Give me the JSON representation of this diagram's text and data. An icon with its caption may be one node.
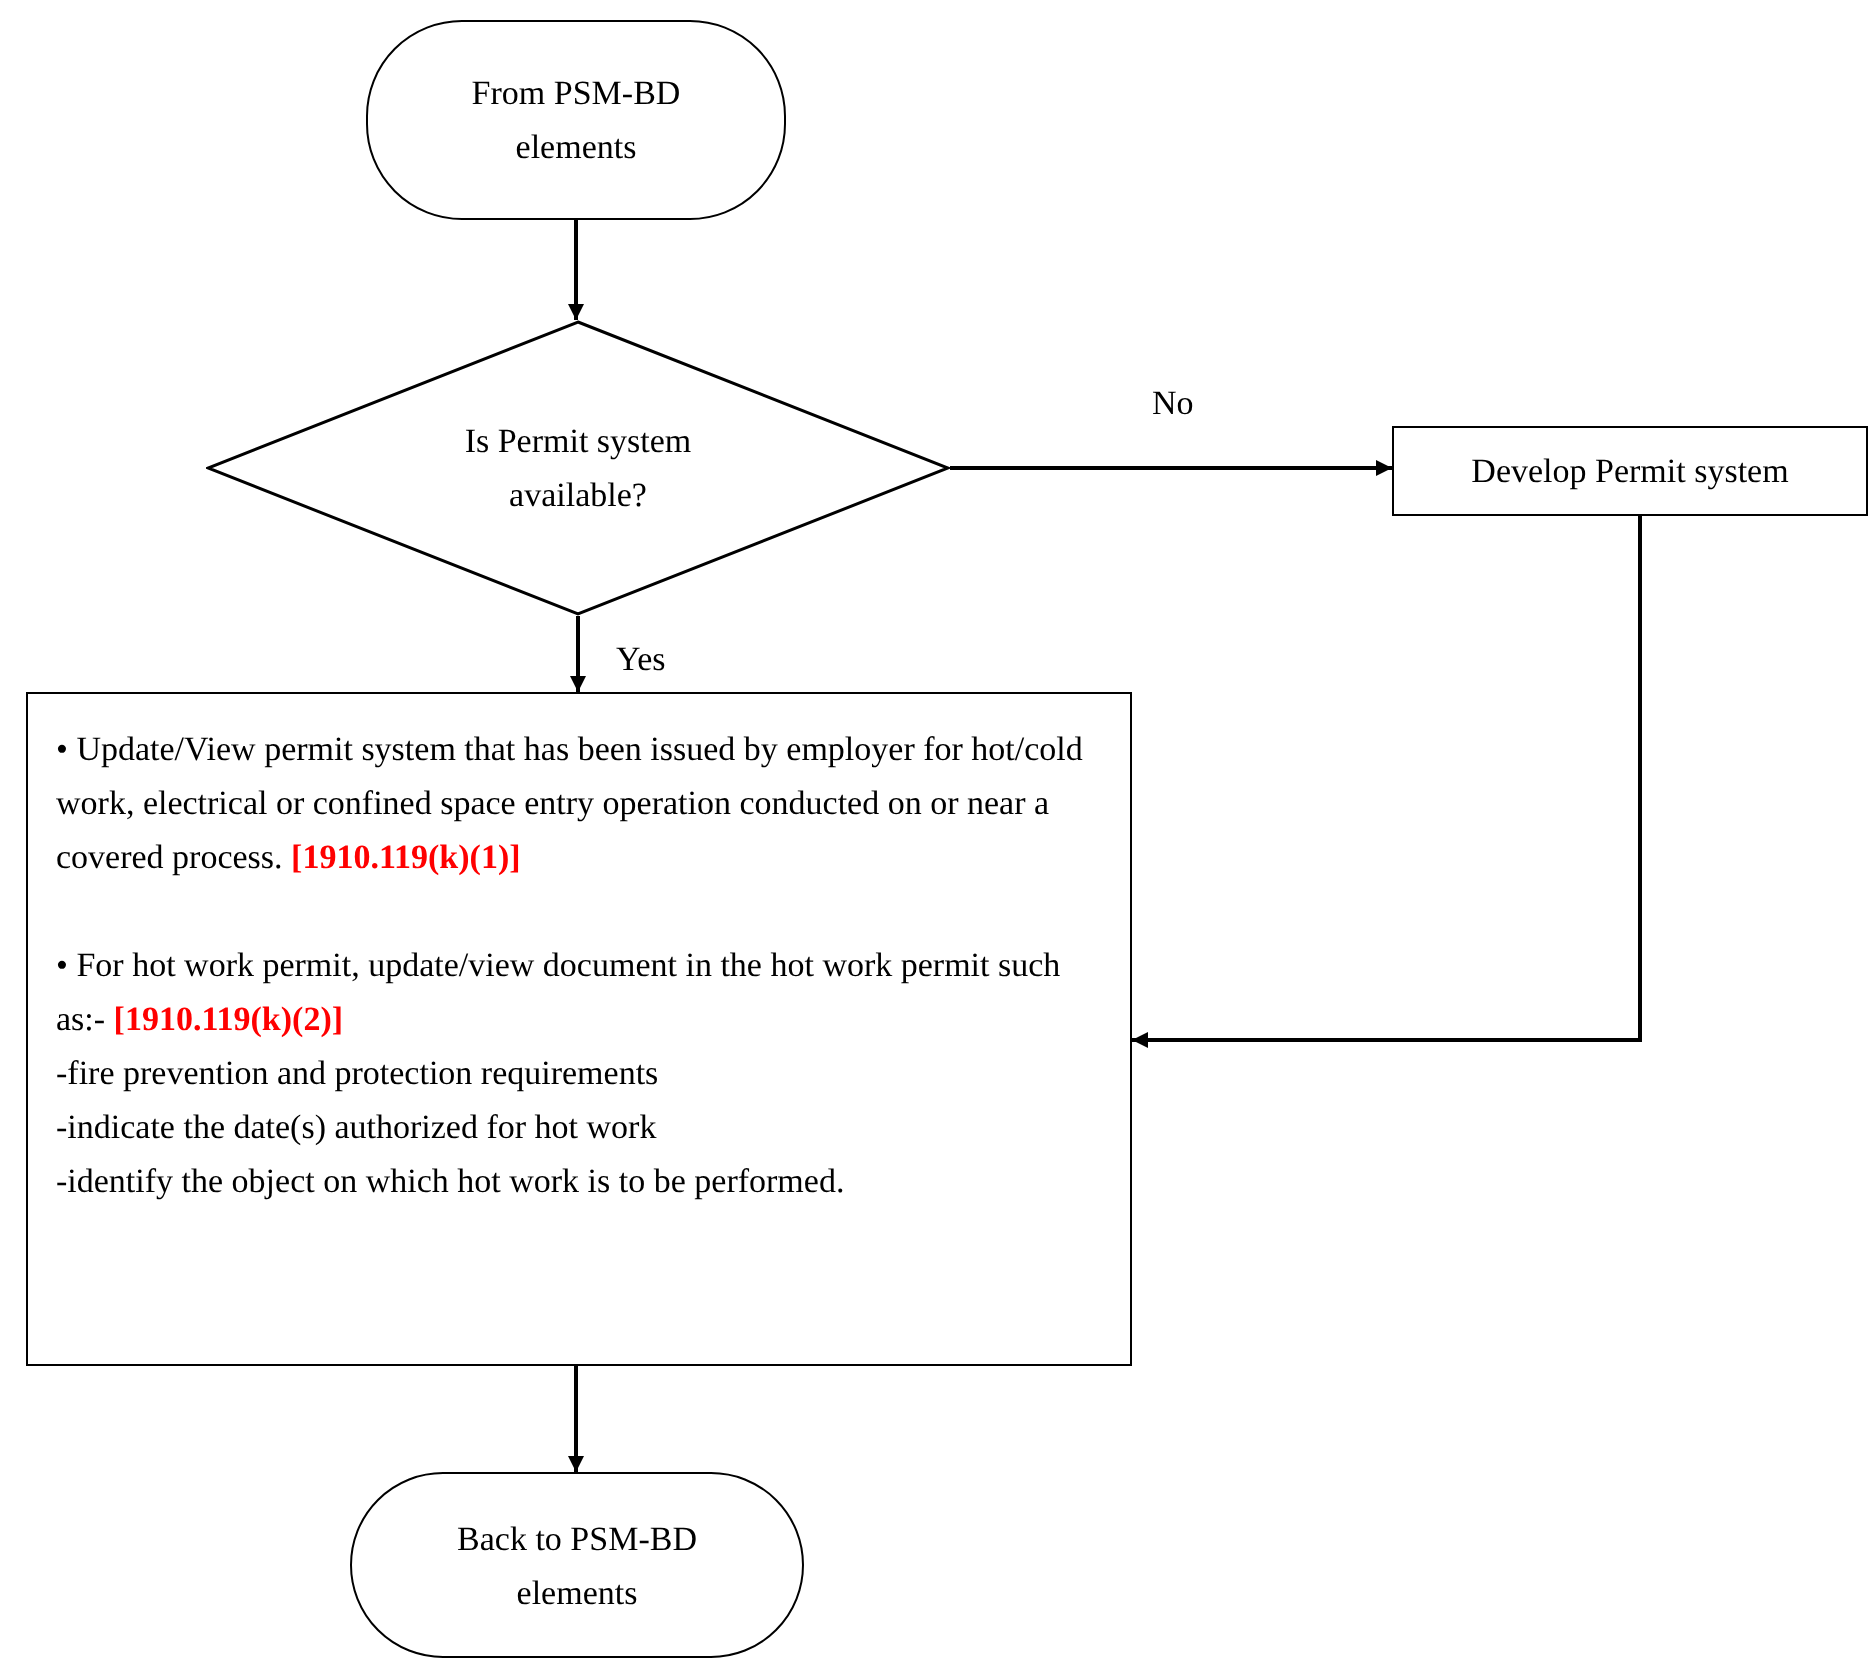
{
  "diagram": {
    "nodes": [
      {
        "text": [
          "From PSM-BD elements"
        ]
      },
      {
        "text": [
          "Is Permit system available?"
        ]
      },
      {
        "text": [
          "Develop Permit system"
        ]
      },
      {
        "text": [
          "• Update/View permit system that has been issued by employer for hot/cold work, electrical or confined space entry operation conducted on or near a covered process. **[1910.119(k)(1)]**",
          "• For hot work permit, update/view document in the hot work permit such as:- **[1910.119(k)(2)]**",
          "-fire prevention and protection requirements",
          "-indicate the date(s) authorized for hot work",
          "-identify the object on which hot work is to be performed."
        ]
      },
      {
        "text": [
          "Back to PSM-BD elements"
        ]
      }
    ],
    "edges": [
      {
        "from": 0,
        "to": 1,
        "arrow": "to"
      },
      {
        "from": 1,
        "to": 2,
        "arrow": "to",
        "label": "No"
      },
      {
        "from": 1,
        "to": 3,
        "arrow": "to",
        "label": "Yes"
      },
      {
        "from": 2,
        "to": 3,
        "arrow": "to"
      },
      {
        "from": 3,
        "to": 4,
        "arrow": "to"
      }
    ]
  }
}
